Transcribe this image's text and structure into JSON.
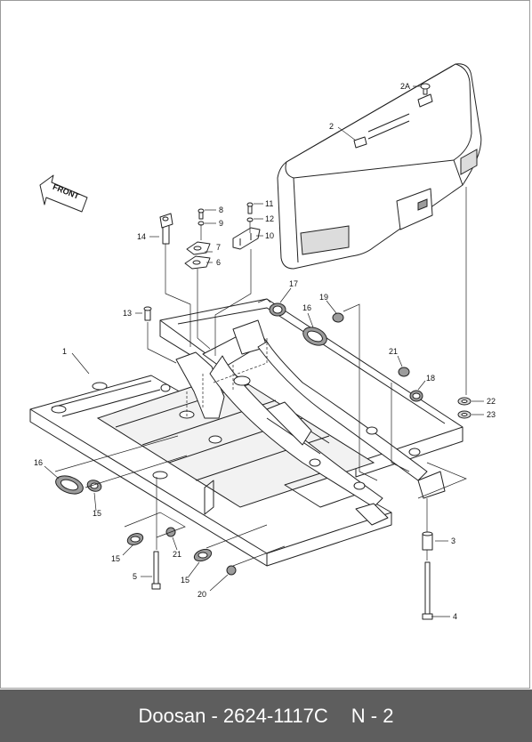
{
  "diagram": {
    "front_label": "FRONT",
    "callouts": {
      "c1": "1",
      "c2": "2",
      "c2a": "2A",
      "c3": "3",
      "c4": "4",
      "c5": "5",
      "c6": "6",
      "c7": "7",
      "c8": "8",
      "c9": "9",
      "c10": "10",
      "c11": "11",
      "c12": "12",
      "c13": "13",
      "c14": "14",
      "c15a": "15",
      "c15b": "15",
      "c15c": "15",
      "c16a": "16",
      "c16b": "16",
      "c17": "17",
      "c18": "18",
      "c19": "19",
      "c20": "20",
      "c21a": "21",
      "c21b": "21",
      "c22": "22",
      "c23": "23"
    }
  },
  "footer": {
    "part_ref": "Doosan - 2624-1117C",
    "page_ref": "N - 2"
  }
}
